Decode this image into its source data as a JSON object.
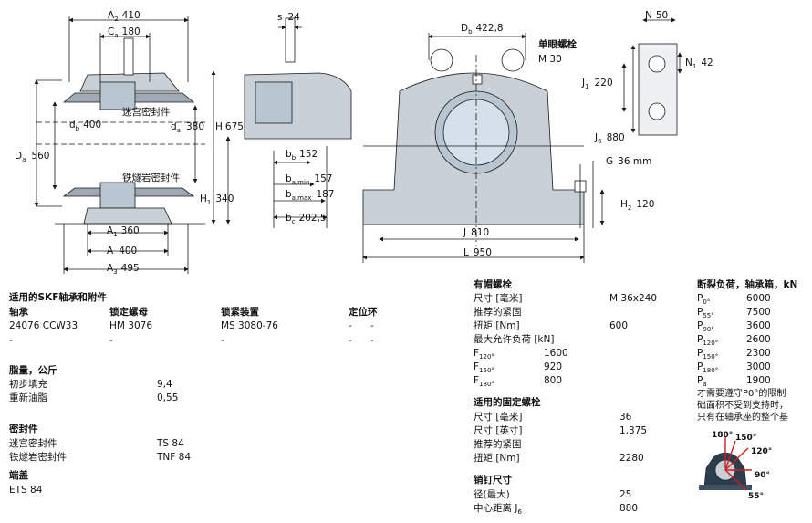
{
  "dims": {
    "A2": "410",
    "Ca": "180",
    "s": "24",
    "Db": "422,8",
    "N": "50",
    "N1": "42",
    "J1": "220",
    "J6": "880",
    "G": "36 mm",
    "H2": "120",
    "J": "810",
    "L": "950",
    "db": "400",
    "da": "380",
    "H": "675",
    "Da": "560",
    "H1": "340",
    "A1": "360",
    "A": "400",
    "A3": "495",
    "bb": "152",
    "ba_min": "157",
    "ba_max": "187",
    "bc": "202,5"
  },
  "dimsyms": {
    "A2": "A",
    "A2sub": "2",
    "Ca": "C",
    "Casub": "a",
    "s": "s",
    "Db": "D",
    "Dbsub": "b",
    "N": "N",
    "N1": "N",
    "N1sub": "1",
    "J1": "J",
    "J1sub": "1",
    "J6": "J",
    "J6sub": "6",
    "G": "G",
    "H2": "H",
    "H2sub": "2",
    "J": "J",
    "L": "L",
    "db": "d",
    "dbsub": "b",
    "da": "d",
    "dasub": "a",
    "H": "H",
    "Da": "D",
    "Dasub": "a",
    "H1": "H",
    "H1sub": "1",
    "A1": "A",
    "A1sub": "1",
    "A": "A",
    "A3": "A",
    "A3sub": "3",
    "bb": "b",
    "bbsub": "b",
    "bamin": "b",
    "baminsub": "a,min",
    "bamax": "b",
    "bamaxsub": "a,max",
    "bc": "b",
    "bcsub": "c"
  },
  "labels": {
    "labyrinth_seal": "迷宫密封件",
    "taconite_seal": "铁燧岩密封件",
    "single_eye_bolt": "单眼螺栓",
    "eye_bolt_size": "M 30"
  },
  "accessories": {
    "title": "适用的SKF轴承和附件",
    "headers": [
      "轴承",
      "锁定螺母",
      "锁紧装置",
      "定位环"
    ],
    "row1": [
      "24076 CCW33",
      "HM 3076",
      "MS 3080-76",
      "-",
      "-"
    ],
    "row2": [
      "-",
      "-",
      "-",
      "-",
      "-"
    ]
  },
  "grease": {
    "title": "脂量，公斤",
    "rows": [
      [
        "初步填充",
        "9,4"
      ],
      [
        "重新油脂",
        "0,55"
      ]
    ]
  },
  "seals": {
    "title": "密封件",
    "rows": [
      [
        "迷宫密封件",
        "TS 84"
      ],
      [
        "铁燧岩密封件",
        "TNF 84"
      ]
    ]
  },
  "end_cover": {
    "title": "端盖",
    "value": "ETS 84"
  },
  "cap_bolts": {
    "title": "有帽螺栓",
    "size_label": "尺寸 [毫米]",
    "size_value": "M 36x240",
    "recommended": "推荐的紧固",
    "torque_label": "扭矩 [Nm]",
    "torque_value": "600",
    "max_load": "最大允许负荷 [kN]",
    "loads": [
      {
        "sym": "F",
        "sub": "120°",
        "value": "1600"
      },
      {
        "sym": "F",
        "sub": "150°",
        "value": "920"
      },
      {
        "sym": "F",
        "sub": "180°",
        "value": "800"
      }
    ]
  },
  "attach_bolts": {
    "title": "适用的固定螺栓",
    "size_mm_label": "尺寸 [毫米]",
    "size_mm_value": "36",
    "size_in_label": "尺寸 [英寸]",
    "size_in_value": "1,375",
    "recommended": "推荐的紧固",
    "torque_label": "扭矩 [Nm]",
    "torque_value": "2280"
  },
  "dowel_pins": {
    "title": "销钉尺寸",
    "diam_label": "径(最大)",
    "diam_value": "25",
    "centre_label": "中心距离 J",
    "centre_sub": "6",
    "centre_value": "880"
  },
  "breaking_loads": {
    "title": "断裂负荷，轴承箱，kN",
    "rows": [
      {
        "sym": "P",
        "sub": "0°",
        "value": "6000"
      },
      {
        "sym": "P",
        "sub": "55°",
        "value": "7500"
      },
      {
        "sym": "P",
        "sub": "90°",
        "value": "3600"
      },
      {
        "sym": "P",
        "sub": "120°",
        "value": "2600"
      },
      {
        "sym": "P",
        "sub": "150°",
        "value": "2300"
      },
      {
        "sym": "P",
        "sub": "180°",
        "value": "3000"
      },
      {
        "sym": "P",
        "sub": "a",
        "value": "1900"
      }
    ],
    "note": [
      "才需要遵守P0°的限制",
      "础面积不受到支持时，",
      "只有在轴承座的整个基"
    ],
    "angles": [
      "180°",
      "150°",
      "120°",
      "90°",
      "55°"
    ]
  },
  "colors": {
    "line": "#1a1a1a",
    "housing_fill": "#c9d0d6",
    "bearing_fill": "#b8c6d2",
    "dark": "#2c3d4d",
    "red": "#cc2020"
  }
}
